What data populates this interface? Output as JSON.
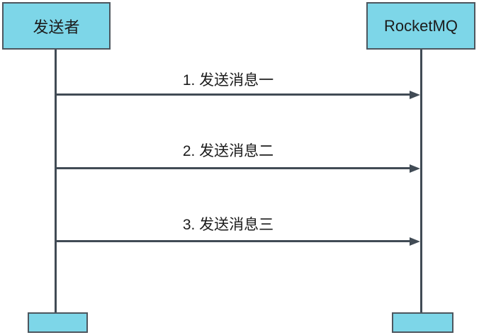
{
  "diagram": {
    "type": "sequence",
    "colors": {
      "bg": "#ffffff",
      "node_fill": "#7dd6e8",
      "node_border": "#4d565e",
      "line_color": "#414b55",
      "text_color": "#1c1c1c"
    },
    "actors": [
      {
        "id": "sender",
        "label": "发送者"
      },
      {
        "id": "rocketmq",
        "label": "RocketMQ"
      }
    ],
    "messages": [
      {
        "label": "1. 发送消息一",
        "from": "sender",
        "to": "rocketmq"
      },
      {
        "label": "2. 发送消息二",
        "from": "sender",
        "to": "rocketmq"
      },
      {
        "label": "3. 发送消息三",
        "from": "sender",
        "to": "rocketmq"
      }
    ]
  }
}
